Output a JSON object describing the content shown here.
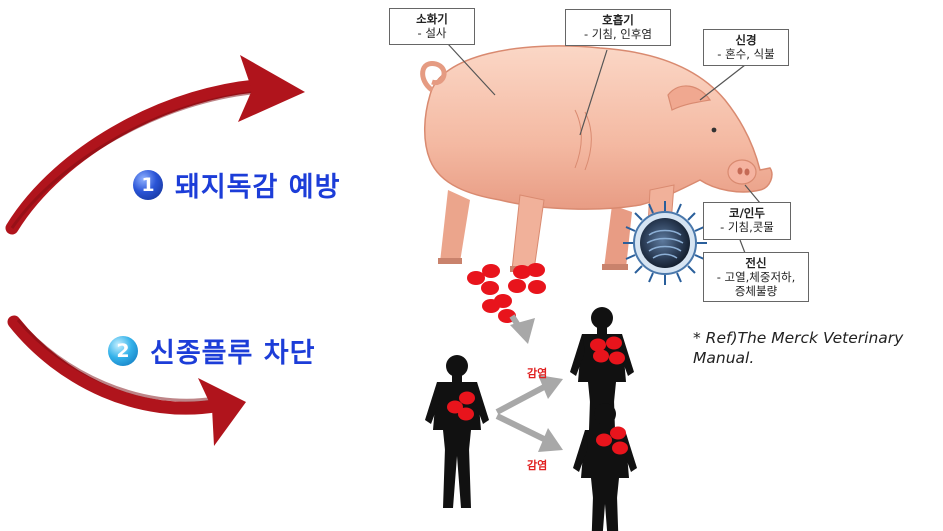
{
  "points": [
    {
      "number": "1",
      "text": "돼지독감 예방"
    },
    {
      "number": "2",
      "text": "신종플루 차단"
    }
  ],
  "callouts": {
    "digestive": {
      "title": "소화기",
      "detail": "- 설사"
    },
    "respiratory": {
      "title": "호흡기",
      "detail": "- 기침, 인후염"
    },
    "nervous": {
      "title": "신경",
      "detail": "- 혼수, 식불"
    },
    "nose": {
      "title": "코/인두",
      "detail": "- 기침,콧물"
    },
    "systemic": {
      "title": "전신",
      "detail": "- 고열,체중저하, 증체불량"
    }
  },
  "infection_labels": [
    "감염",
    "감염"
  ],
  "reference": "* Ref)The Merck Veterinary Manual.",
  "colors": {
    "arrow_red": "#b0141c",
    "point_text": "#1c3dd8",
    "infection_dot": "#e8141c",
    "spread_arrow": "#a8a8a8"
  }
}
